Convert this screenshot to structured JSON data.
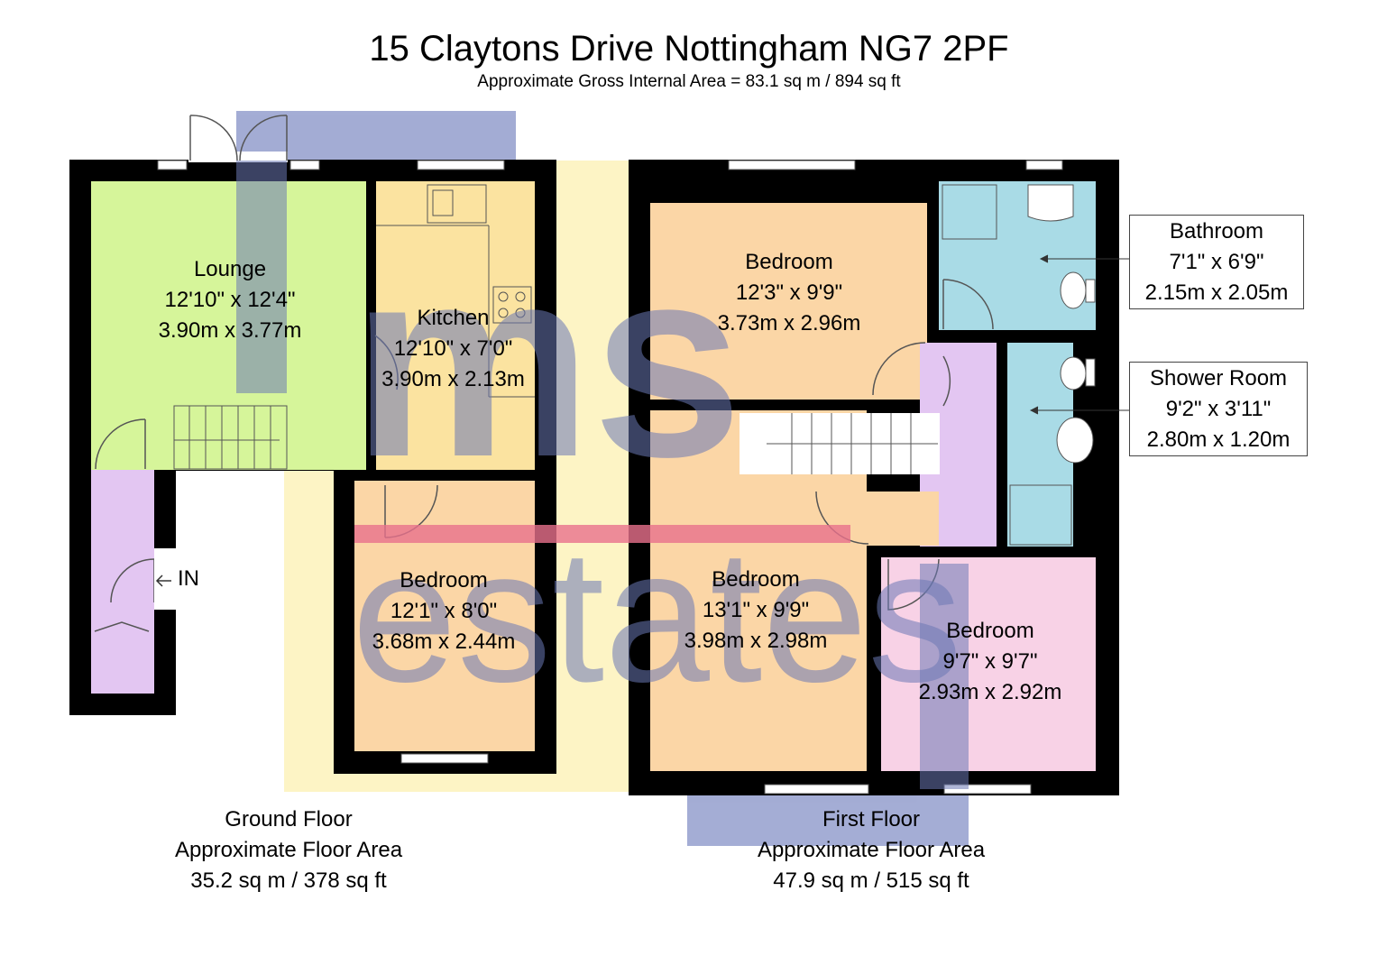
{
  "header": {
    "title": "15 Claytons Drive Nottingham NG7 2PF",
    "subtitle": "Approximate Gross Internal Area = 83.1 sq m / 894 sq ft"
  },
  "rooms": {
    "lounge": {
      "name": "Lounge",
      "imperial": "12'10\" x 12'4\"",
      "metric": "3.90m x 3.77m"
    },
    "kitchen": {
      "name": "Kitchen",
      "imperial": "12'10\" x 7'0\"",
      "metric": "3.90m x 2.13m"
    },
    "ground_bedroom": {
      "name": "Bedroom",
      "imperial": "12'1\" x 8'0\"",
      "metric": "3.68m x 2.44m"
    },
    "first_bedroom_front": {
      "name": "Bedroom",
      "imperial": "12'3\" x 9'9\"",
      "metric": "3.73m x 2.96m"
    },
    "first_bedroom_rear": {
      "name": "Bedroom",
      "imperial": "13'1\" x 9'9\"",
      "metric": "3.98m x 2.98m"
    },
    "first_bedroom_small": {
      "name": "Bedroom",
      "imperial": "9'7\" x 9'7\"",
      "metric": "2.93m x 2.92m"
    },
    "bathroom": {
      "name": "Bathroom",
      "imperial": "7'1\" x 6'9\"",
      "metric": "2.15m x 2.05m"
    },
    "shower_room": {
      "name": "Shower Room",
      "imperial": "9'2\" x 3'11\"",
      "metric": "2.80m x 1.20m"
    }
  },
  "entrance": {
    "label": "IN"
  },
  "floors": {
    "ground": {
      "name": "Ground Floor",
      "caption": "Approximate Floor Area",
      "area": "35.2 sq m / 378 sq ft"
    },
    "first": {
      "name": "First Floor",
      "caption": "Approximate Floor Area",
      "area": "47.9 sq m / 515 sq ft"
    }
  },
  "colors": {
    "wall": "#000000",
    "lounge": "#d6f59a",
    "kitchen": "#fbe3a0",
    "bedroom": "#fbd6a6",
    "bedroom_small": "#f8d2e6",
    "hall": "#e3c6f2",
    "bath": "#a9dbe6",
    "watermark_blue": "#6b78b5",
    "watermark_yellow": "#fdf0a8",
    "watermark_pink": "#e8708c"
  },
  "watermark": {
    "brand_top": "ms",
    "brand_bottom": "estates"
  }
}
